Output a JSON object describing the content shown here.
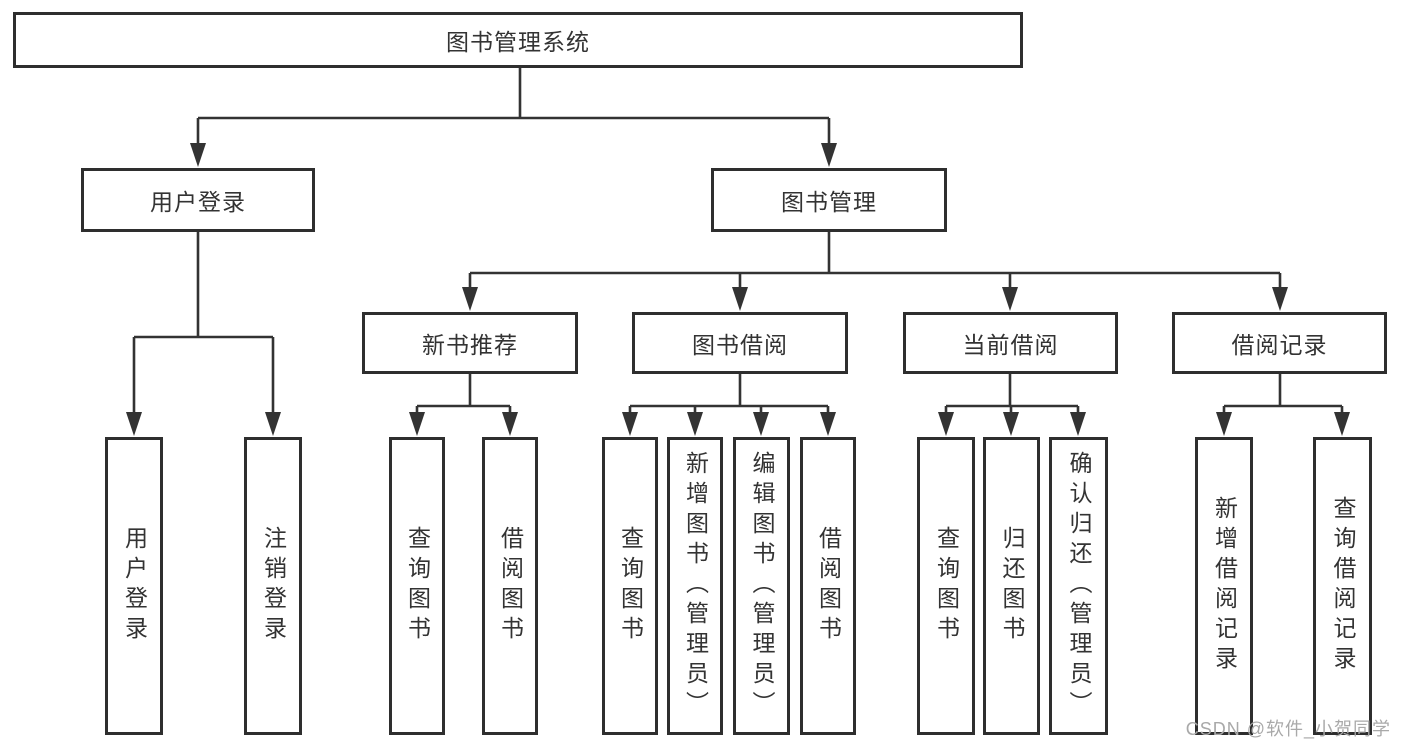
{
  "watermark": "CSDN @软件_小贺同学",
  "colors": {
    "line": "#333333",
    "box_border": "#2e2e2e",
    "text": "#333333",
    "watermark_text": "#a9a9a9",
    "background": "#ffffff"
  },
  "tree": {
    "label": "图书管理系统",
    "children": [
      {
        "label": "用户登录",
        "children": [
          {
            "label": "用户登录"
          },
          {
            "label": "注销登录"
          }
        ]
      },
      {
        "label": "图书管理",
        "children": [
          {
            "label": "新书推荐",
            "children": [
              {
                "label": "查询图书"
              },
              {
                "label": "借阅图书"
              }
            ]
          },
          {
            "label": "图书借阅",
            "children": [
              {
                "label": "查询图书"
              },
              {
                "label": "新增图书（管理员）"
              },
              {
                "label": "编辑图书（管理员）"
              },
              {
                "label": "借阅图书"
              }
            ]
          },
          {
            "label": "当前借阅",
            "children": [
              {
                "label": "查询图书"
              },
              {
                "label": "归还图书"
              },
              {
                "label": "确认归还（管理员）"
              }
            ]
          },
          {
            "label": "借阅记录",
            "children": [
              {
                "label": "新增借阅记录"
              },
              {
                "label": "查询借阅记录"
              }
            ]
          }
        ]
      }
    ]
  }
}
